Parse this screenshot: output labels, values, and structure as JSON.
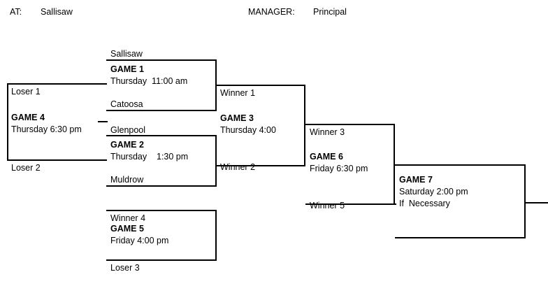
{
  "header": {
    "at_label": "AT:",
    "at_value": "Sallisaw",
    "manager_label": "MANAGER:",
    "manager_value": "Principal"
  },
  "bracket": {
    "games": [
      {
        "id": "game-1",
        "title": "GAME 1",
        "schedule": "Thursday  11:00 am",
        "top_slot": "Sallisaw",
        "bottom_slot": "Catoosa",
        "note": ""
      },
      {
        "id": "game-2",
        "title": "GAME 2",
        "schedule": "Thursday    1:30 pm",
        "top_slot": "Glenpool",
        "bottom_slot": "Muldrow",
        "note": ""
      },
      {
        "id": "game-3",
        "title": "GAME 3",
        "schedule": "Thursday 4:00",
        "top_slot": "Winner 1",
        "bottom_slot": "Winner 2",
        "note": ""
      },
      {
        "id": "game-4",
        "title": "GAME 4",
        "schedule": "Thursday 6:30 pm",
        "top_slot": "Loser 1",
        "bottom_slot": "Loser 2",
        "note": ""
      },
      {
        "id": "game-5",
        "title": "GAME 5",
        "schedule": "Friday 4:00 pm",
        "top_slot": "Winner 4",
        "bottom_slot": "Loser 3",
        "note": ""
      },
      {
        "id": "game-6",
        "title": "GAME 6",
        "schedule": "Friday 6:30 pm",
        "top_slot": "Winner 3",
        "bottom_slot": "Winner 5",
        "note": ""
      },
      {
        "id": "game-7",
        "title": "GAME 7",
        "schedule": "Saturday 2:00 pm",
        "top_slot": "",
        "bottom_slot": "",
        "note": "If  Necessary"
      }
    ]
  },
  "colors": {
    "line": "#000000",
    "text": "#000000",
    "background": "#ffffff"
  }
}
